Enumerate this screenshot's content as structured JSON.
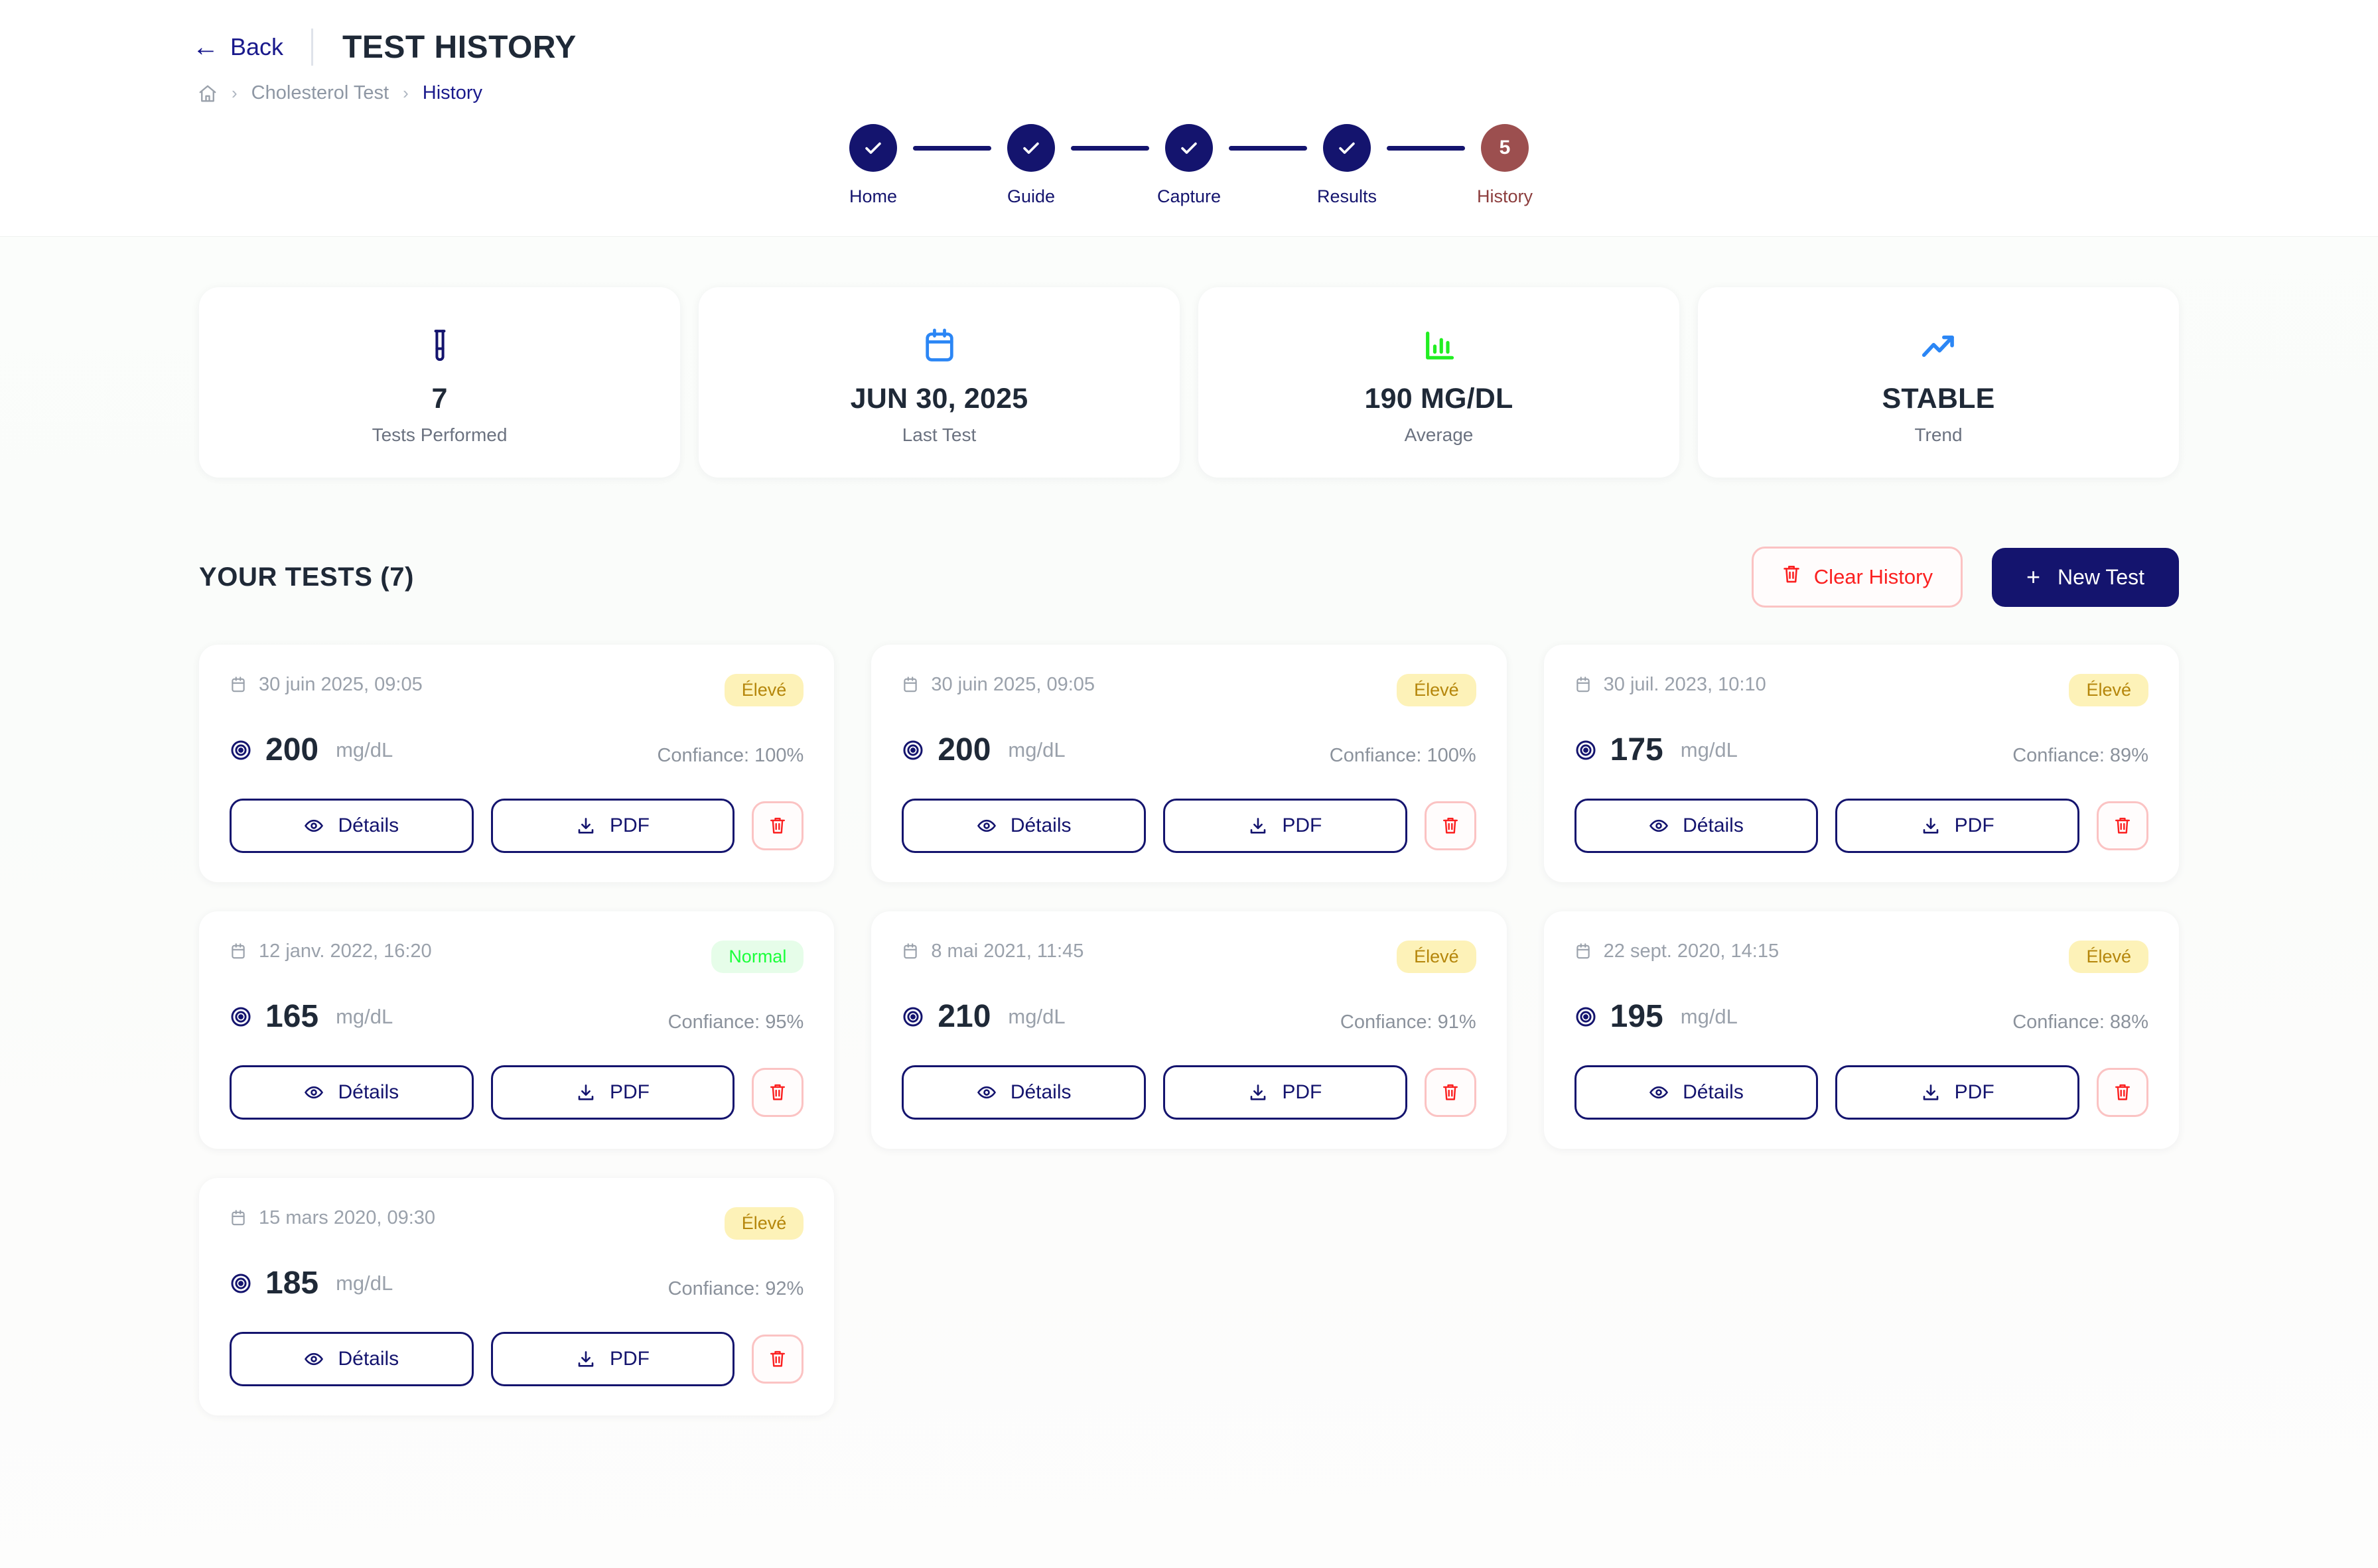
{
  "header": {
    "back_label": "Back",
    "title": "TEST HISTORY",
    "breadcrumb": {
      "home_icon": "home-icon",
      "sep": "›",
      "parent": "Cholesterol Test",
      "current": "History"
    }
  },
  "stepper": {
    "steps": [
      {
        "label": "Home",
        "state": "done",
        "marker": "check"
      },
      {
        "label": "Guide",
        "state": "done",
        "marker": "check"
      },
      {
        "label": "Capture",
        "state": "done",
        "marker": "check"
      },
      {
        "label": "Results",
        "state": "done",
        "marker": "check"
      },
      {
        "label": "History",
        "state": "current",
        "marker": "5"
      }
    ],
    "done_color": "#14146e",
    "current_color": "#9c4f4f"
  },
  "stats": [
    {
      "icon": "test-tube-icon",
      "icon_color": "#14146e",
      "value": "7",
      "label": "Tests Performed"
    },
    {
      "icon": "calendar-icon",
      "icon_color": "#2b86f5",
      "value": "JUN 30, 2025",
      "label": "Last Test"
    },
    {
      "icon": "bar-chart-icon",
      "icon_color": "#22ee22",
      "value": "190 MG/DL",
      "label": "Average"
    },
    {
      "icon": "trending-up-icon",
      "icon_color": "#2b86f5",
      "value": "STABLE",
      "label": "Trend"
    }
  ],
  "section": {
    "title": "YOUR TESTS (7)",
    "clear_label": "Clear History",
    "new_label": "New Test",
    "new_plus": "+"
  },
  "card_labels": {
    "details": "Détails",
    "pdf": "PDF",
    "unit": "mg/dL"
  },
  "tests": [
    {
      "date": "30 juin 2025, 09:05",
      "value": "200",
      "unit": "mg/dL",
      "confidence": "Confiance: 100%",
      "status": "Élevé",
      "status_kind": "eleve"
    },
    {
      "date": "30 juin 2025, 09:05",
      "value": "200",
      "unit": "mg/dL",
      "confidence": "Confiance: 100%",
      "status": "Élevé",
      "status_kind": "eleve"
    },
    {
      "date": "30 juil. 2023, 10:10",
      "value": "175",
      "unit": "mg/dL",
      "confidence": "Confiance: 89%",
      "status": "Élevé",
      "status_kind": "eleve"
    },
    {
      "date": "12 janv. 2022, 16:20",
      "value": "165",
      "unit": "mg/dL",
      "confidence": "Confiance: 95%",
      "status": "Normal",
      "status_kind": "normal"
    },
    {
      "date": "8 mai 2021, 11:45",
      "value": "210",
      "unit": "mg/dL",
      "confidence": "Confiance: 91%",
      "status": "Élevé",
      "status_kind": "eleve"
    },
    {
      "date": "22 sept. 2020, 14:15",
      "value": "195",
      "unit": "mg/dL",
      "confidence": "Confiance: 88%",
      "status": "Élevé",
      "status_kind": "eleve"
    },
    {
      "date": "15 mars 2020, 09:30",
      "value": "185",
      "unit": "mg/dL",
      "confidence": "Confiance: 92%",
      "status": "Élevé",
      "status_kind": "eleve"
    }
  ],
  "colors": {
    "primary": "#14146e",
    "danger": "#fb2020",
    "badge_warn_bg": "#fdf2b8",
    "badge_warn_fg": "#b5860b",
    "badge_ok_bg": "#e6fde9",
    "badge_ok_fg": "#1aff3a"
  }
}
